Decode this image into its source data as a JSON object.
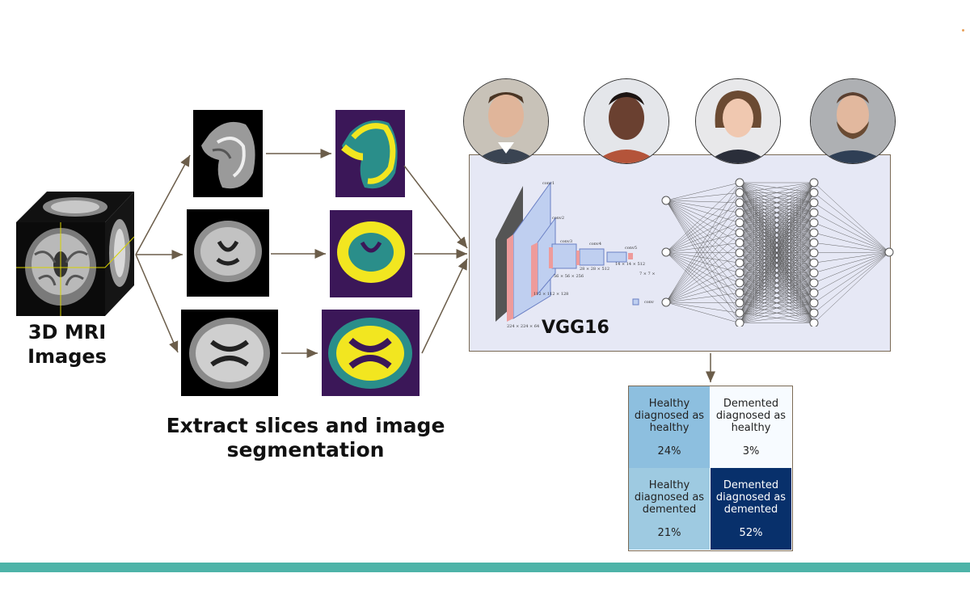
{
  "input": {
    "title": "3D MRI\nImages"
  },
  "pipeline": {
    "caption": "Extract slices and image\nsegmentation"
  },
  "model": {
    "name": "VGG16",
    "layer_labels": {
      "conv1": "conv1",
      "conv2": "conv2",
      "conv3": "conv3",
      "conv4": "conv4",
      "conv5": "conv5",
      "dim1": "224 × 224 × 64",
      "dim2": "112 × 112 × 128",
      "dim3": "56 × 56 × 256",
      "dim4": "28 × 28 × 512",
      "dim5": "14 × 14 × 512",
      "dim6": "7 × 7 ×",
      "legend": "conv"
    }
  },
  "team": {
    "members": [
      "person-1",
      "person-2",
      "person-3",
      "person-4"
    ]
  },
  "confusion_matrix": {
    "cells": [
      {
        "label": "Healthy\ndiagnosed as\nhealthy",
        "value": "24%",
        "color": "#8dbfdf",
        "text_color": "#222222"
      },
      {
        "label": "Demented\ndiagnosed as\nhealthy",
        "value": "3%",
        "color": "#f7fbff",
        "text_color": "#222222"
      },
      {
        "label": "Healthy\ndiagnosed as\ndemented",
        "value": "21%",
        "color": "#9ecae1",
        "text_color": "#222222"
      },
      {
        "label": "Demented\ndiagnosed as\ndemented",
        "value": "52%",
        "color": "#08306b",
        "text_color": "#ffffff"
      }
    ]
  },
  "colors": {
    "accent_bar": "#4db3a8",
    "arrow": "#6b5d4a",
    "panel_bg": "#e6e8f5",
    "seg_bg": "#3b1758",
    "seg_fill": "#f2e620",
    "seg_mid": "#2a8e8a"
  }
}
